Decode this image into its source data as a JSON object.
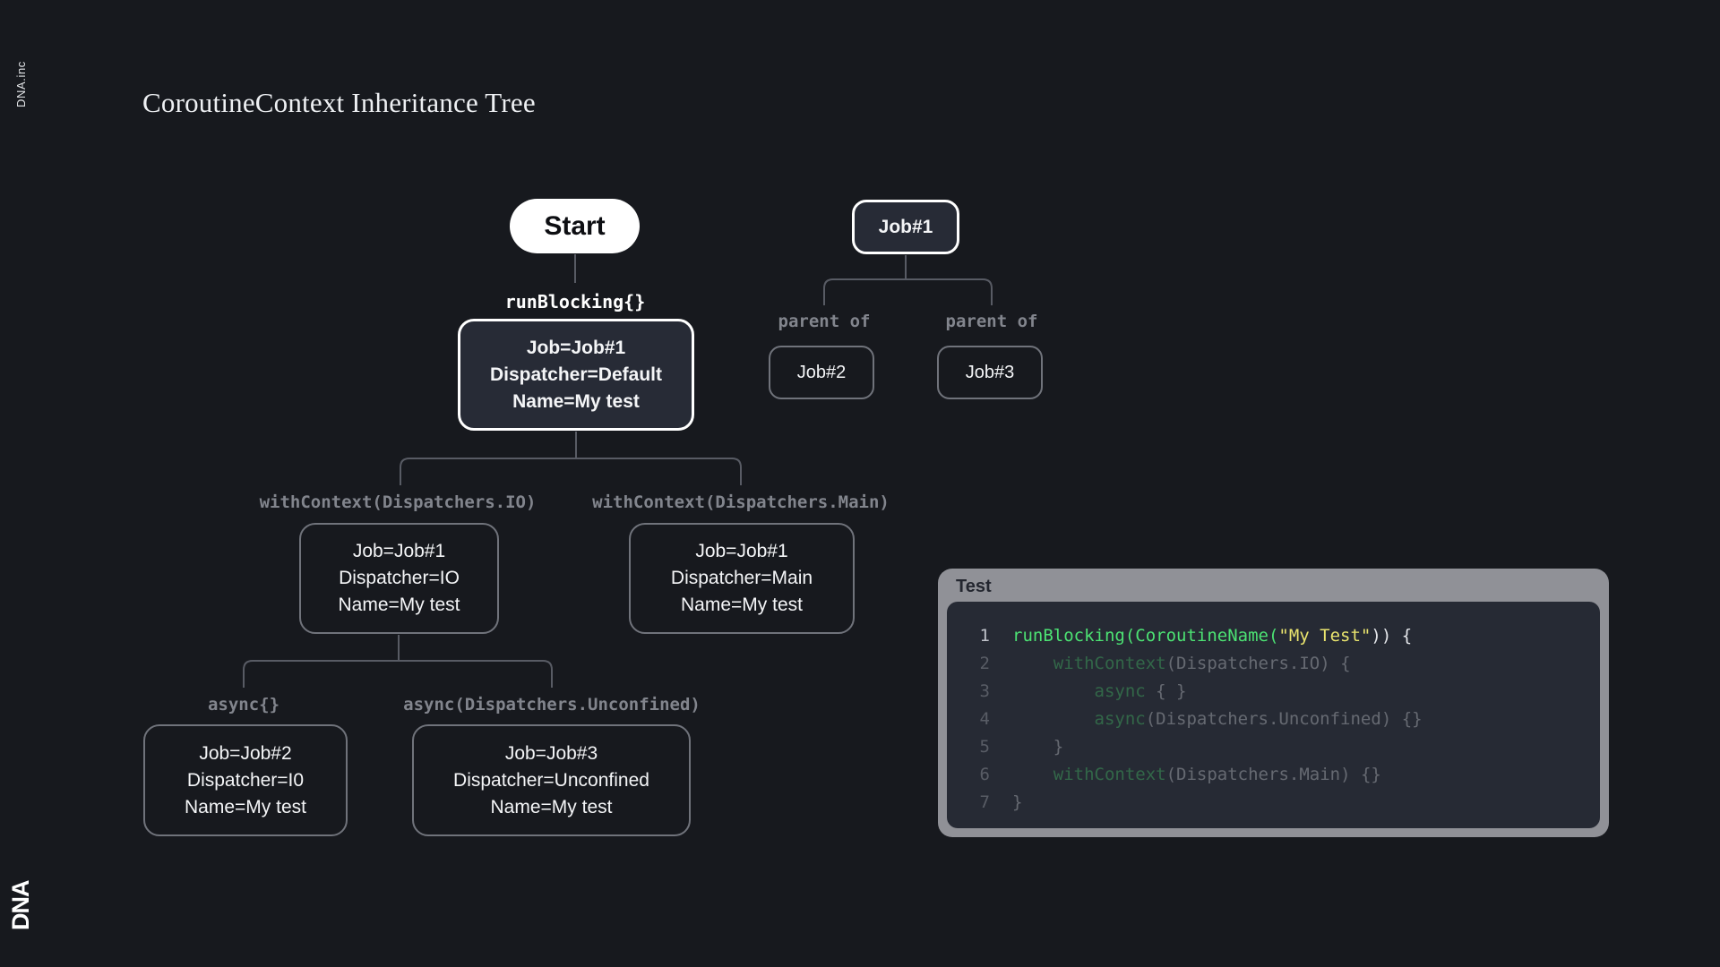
{
  "brand": {
    "vertical_text": "DNA.inc",
    "logo_text": "DNA"
  },
  "title": "CoroutineContext Inheritance Tree",
  "tree": {
    "start_label": "Start",
    "run_blocking_label": "runBlocking{}",
    "root_box": {
      "lines": [
        "Job=Job#1",
        "Dispatcher=Default",
        "Name=My test"
      ]
    },
    "io_label": "withContext(Dispatchers.IO)",
    "io_box": {
      "lines": [
        "Job=Job#1",
        "Dispatcher=IO",
        "Name=My test"
      ]
    },
    "main_label": "withContext(Dispatchers.Main)",
    "main_box": {
      "lines": [
        "Job=Job#1",
        "Dispatcher=Main",
        "Name=My test"
      ]
    },
    "async_label": "async{}",
    "async_box": {
      "lines": [
        "Job=Job#2",
        "Dispatcher=I0",
        "Name=My test"
      ]
    },
    "unconfined_label": "async(Dispatchers.Unconfined)",
    "unconfined_box": {
      "lines": [
        "Job=Job#3",
        "Dispatcher=Unconfined",
        "Name=My test"
      ]
    }
  },
  "job_tree": {
    "root_label": "Job#1",
    "left_edge_label": "parent of",
    "right_edge_label": "parent of",
    "left_child_label": "Job#2",
    "right_child_label": "Job#3"
  },
  "code_panel": {
    "title": "Test",
    "lines": [
      {
        "no": "1",
        "dim": false,
        "segments": [
          {
            "t": "runBlocking(CoroutineName(",
            "c": "green"
          },
          {
            "t": "\"My Test\"",
            "c": "yellow"
          },
          {
            "t": ")) {",
            "c": "plain"
          }
        ]
      },
      {
        "no": "2",
        "dim": true,
        "segments": [
          {
            "t": "    ",
            "c": "plain"
          },
          {
            "t": "withContext",
            "c": "green"
          },
          {
            "t": "(Dispatchers.IO) {",
            "c": "plain"
          }
        ]
      },
      {
        "no": "3",
        "dim": true,
        "segments": [
          {
            "t": "        ",
            "c": "plain"
          },
          {
            "t": "async",
            "c": "green"
          },
          {
            "t": " { }",
            "c": "plain"
          }
        ]
      },
      {
        "no": "4",
        "dim": true,
        "segments": [
          {
            "t": "        ",
            "c": "plain"
          },
          {
            "t": "async",
            "c": "green"
          },
          {
            "t": "(Dispatchers.Unconfined) {}",
            "c": "plain"
          }
        ]
      },
      {
        "no": "5",
        "dim": true,
        "segments": [
          {
            "t": "    }",
            "c": "plain"
          }
        ]
      },
      {
        "no": "6",
        "dim": true,
        "segments": [
          {
            "t": "    ",
            "c": "plain"
          },
          {
            "t": "withContext",
            "c": "green"
          },
          {
            "t": "(Dispatchers.Main) {}",
            "c": "plain"
          }
        ]
      },
      {
        "no": "7",
        "dim": true,
        "segments": [
          {
            "t": "}",
            "c": "plain"
          }
        ]
      }
    ]
  },
  "colors": {
    "bg": "#17191e",
    "node_fill": "#272b36",
    "text": "#f4f5f7",
    "border_gray": "#70737b",
    "line": "#585b64",
    "muted": "#82858d",
    "panel_gray": "#909197",
    "panel_title": "#23262f",
    "panel_dark": "#262a34",
    "code_green": "#4ce273",
    "code_yellow": "#e9e46e",
    "code_plain": "#e6e8ec",
    "code_ln": "#bfc2c9",
    "start_fill": "#ffffff",
    "start_text": "#0d0e12"
  }
}
